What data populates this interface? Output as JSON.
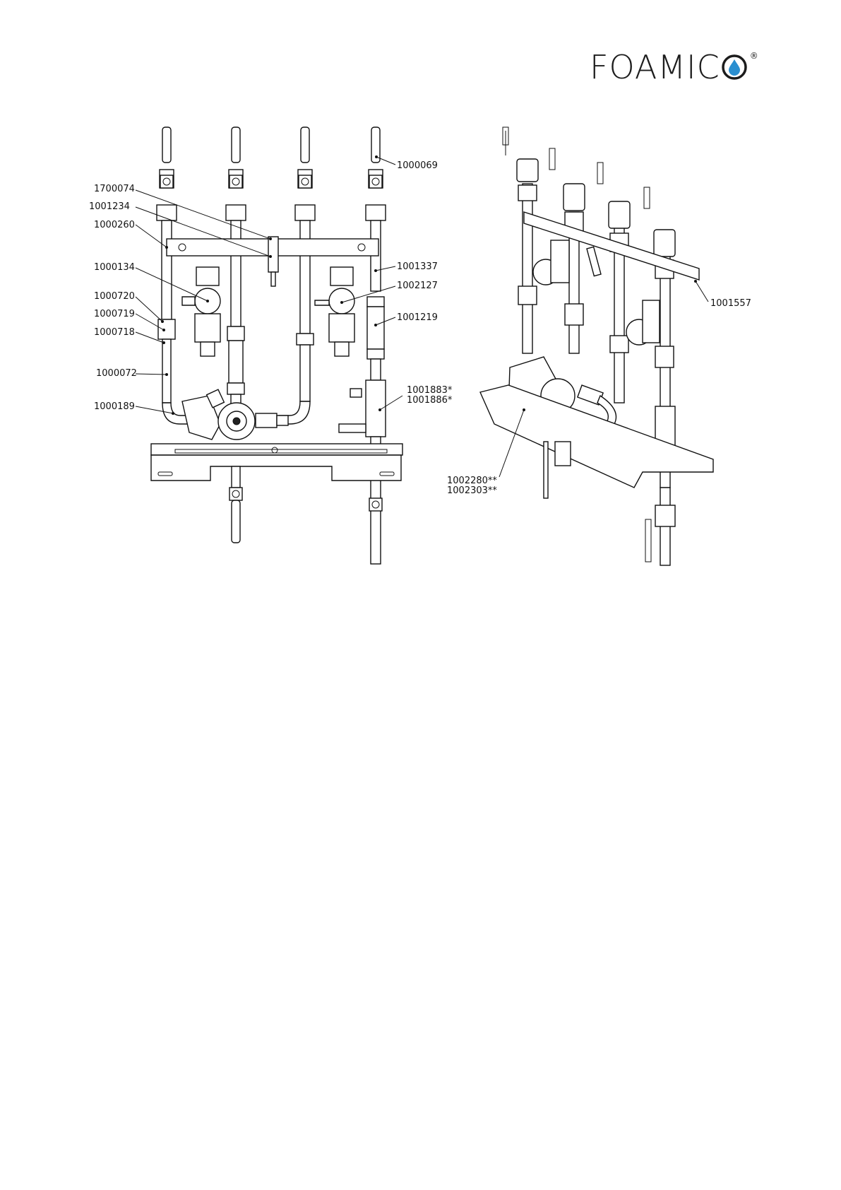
{
  "brand": {
    "name": "FOAMIC",
    "mark": "O",
    "registered": "®",
    "accent_color": "#2a8fd0"
  },
  "front_view_labels": [
    "1000069",
    "1700074",
    "1001234",
    "1000260",
    "1001337",
    "1000134",
    "1002127",
    "1000720",
    "1000719",
    "1001219",
    "1000718",
    "1000072",
    "1001883*",
    "1001886*",
    "1000189"
  ],
  "iso_view_labels": [
    "1001557",
    "1002280**",
    "1002303**"
  ]
}
